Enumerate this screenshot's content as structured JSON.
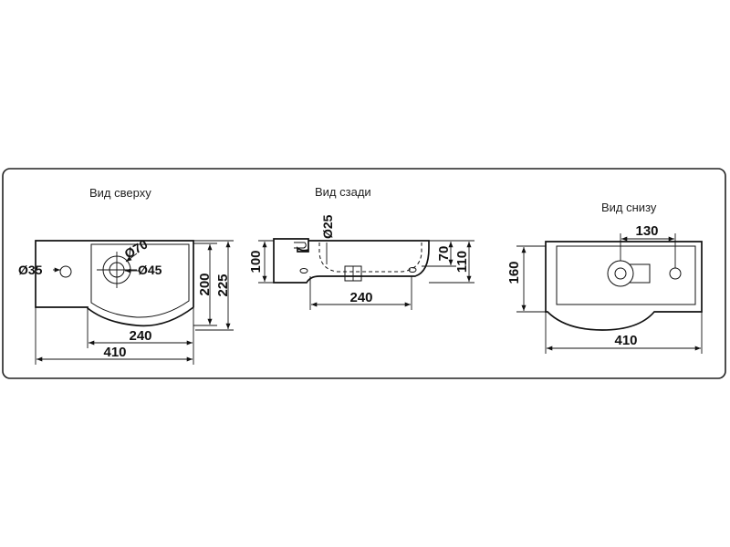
{
  "views": {
    "top": {
      "title": "Вид сверху",
      "labels": {
        "hole_small": "Ø35",
        "hole_outer": "Ø70",
        "hole_inner": "Ø45",
        "depth_200": "200",
        "depth_225": "225",
        "width_240": "240",
        "width_410": "410"
      }
    },
    "back": {
      "title": "Вид сзади",
      "labels": {
        "drain": "Ø25",
        "height_100": "100",
        "height_70": "70",
        "height_110": "110",
        "width_240": "240"
      }
    },
    "bottom": {
      "title": "Вид снизу",
      "labels": {
        "spacing_130": "130",
        "depth_160": "160",
        "width_410": "410"
      }
    }
  }
}
